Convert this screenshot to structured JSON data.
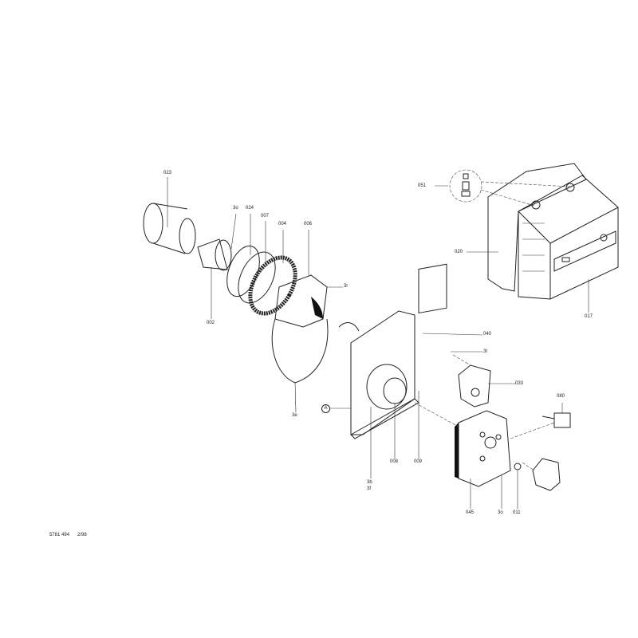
{
  "labels": {
    "p023": "023",
    "p3o_top": "3o",
    "p024": "024",
    "p007": "007",
    "p004": "004",
    "p006": "006",
    "p3l": "3l",
    "p002": "002",
    "p3e": "3e",
    "pA": "A",
    "p040": "040",
    "p3t": "3t",
    "p033": "033",
    "p008": "008",
    "p009": "009",
    "p3b": "3b",
    "p3f": "3f",
    "p045": "045",
    "p3o_bottom": "3o",
    "p011": "011",
    "p080": "080",
    "p051": "051",
    "p020": "020",
    "p017": "017"
  },
  "footer": {
    "doc_number": "5781 494",
    "date": "2/98"
  }
}
